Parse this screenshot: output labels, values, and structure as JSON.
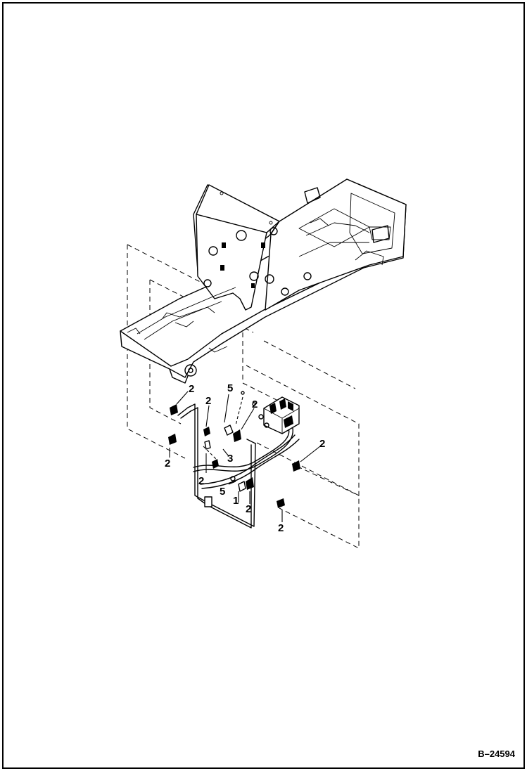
{
  "diagram": {
    "reference_number": "B–24594",
    "callouts": [
      {
        "id": "c2a",
        "text": "2"
      },
      {
        "id": "c2b",
        "text": "2"
      },
      {
        "id": "c5a",
        "text": "5"
      },
      {
        "id": "c2c",
        "text": "2"
      },
      {
        "id": "c2d",
        "text": "2"
      },
      {
        "id": "c3",
        "text": "3"
      },
      {
        "id": "c2e",
        "text": "2"
      },
      {
        "id": "c2f",
        "text": "2"
      },
      {
        "id": "c5b",
        "text": "5"
      },
      {
        "id": "c1",
        "text": "1"
      },
      {
        "id": "c2g",
        "text": "2"
      },
      {
        "id": "c2h",
        "text": "2"
      }
    ]
  }
}
